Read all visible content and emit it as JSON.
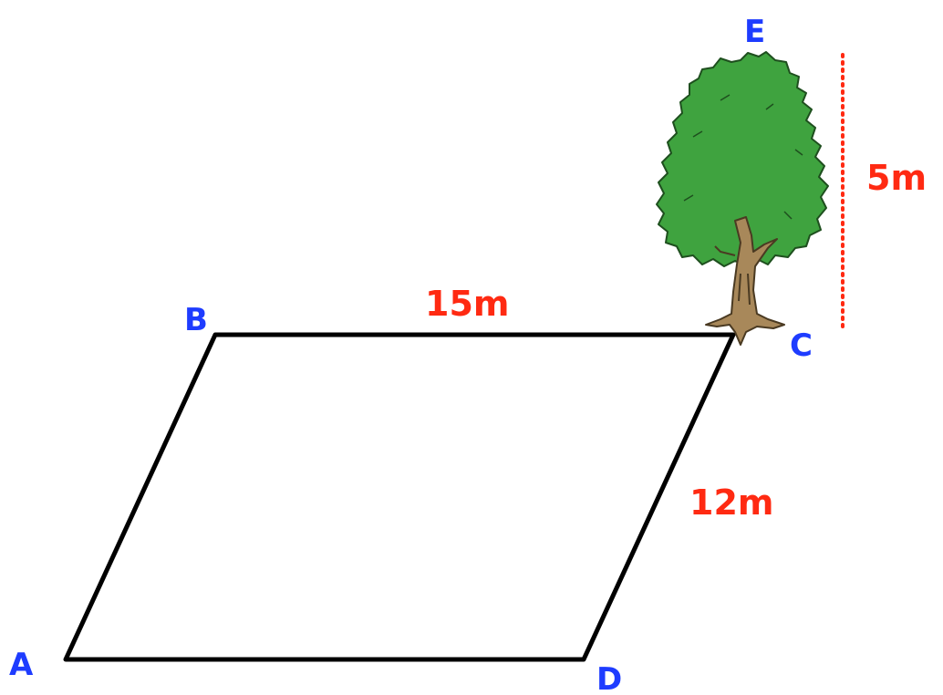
{
  "colors": {
    "vertex_label": "#1e3cff",
    "measure_label": "#ff2a12",
    "outline": "#000000",
    "foliage": "#3fa33f",
    "foliage_outline": "#1e4f1e",
    "trunk": "#a8885a",
    "trunk_outline": "#4a3a22",
    "height_marker": "#ff2a12"
  },
  "vertices": {
    "A": "A",
    "B": "B",
    "C": "C",
    "D": "D",
    "E": "E"
  },
  "measurements": {
    "side_bc": "15m",
    "side_cd": "12m",
    "tree_height": "5m"
  },
  "icons": {
    "tree": "tree-icon"
  }
}
